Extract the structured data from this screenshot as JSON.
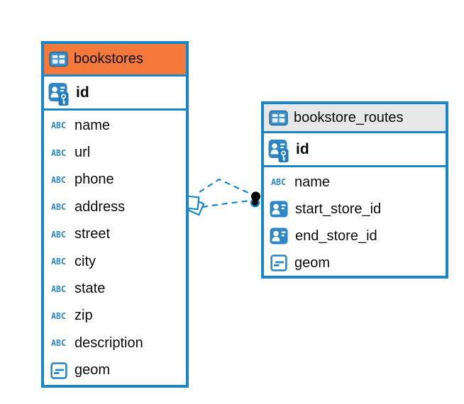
{
  "icons": {
    "abc_label": "ABC"
  },
  "colors": {
    "accent_blue": "#1786c9",
    "bookstores_header": "#f5793b",
    "routes_header": "#e7e7e7",
    "background": "#ffffff",
    "text": "#0b0b0b"
  },
  "tables": [
    {
      "name": "bookstores",
      "header_icon": "table-icon",
      "primary_key": {
        "name": "id",
        "icon": "primary-key-icon"
      },
      "columns": [
        {
          "name": "name",
          "icon": "text-icon"
        },
        {
          "name": "url",
          "icon": "text-icon"
        },
        {
          "name": "phone",
          "icon": "text-icon"
        },
        {
          "name": "address",
          "icon": "text-icon"
        },
        {
          "name": "street",
          "icon": "text-icon"
        },
        {
          "name": "city",
          "icon": "text-icon"
        },
        {
          "name": "state",
          "icon": "text-icon"
        },
        {
          "name": "zip",
          "icon": "text-icon"
        },
        {
          "name": "description",
          "icon": "text-icon"
        },
        {
          "name": "geom",
          "icon": "geometry-icon"
        }
      ]
    },
    {
      "name": "bookstore_routes",
      "header_icon": "table-icon",
      "primary_key": {
        "name": "id",
        "icon": "primary-key-icon"
      },
      "columns": [
        {
          "name": "name",
          "icon": "text-icon"
        },
        {
          "name": "start_store_id",
          "icon": "foreign-key-icon"
        },
        {
          "name": "end_store_id",
          "icon": "foreign-key-icon"
        },
        {
          "name": "geom",
          "icon": "geometry-icon"
        }
      ]
    }
  ],
  "relationships": [
    {
      "from_table": "bookstore_routes",
      "to_table": "bookstores",
      "line_style": "dashed"
    },
    {
      "from_table": "bookstore_routes",
      "to_table": "bookstores",
      "line_style": "dashed"
    }
  ]
}
